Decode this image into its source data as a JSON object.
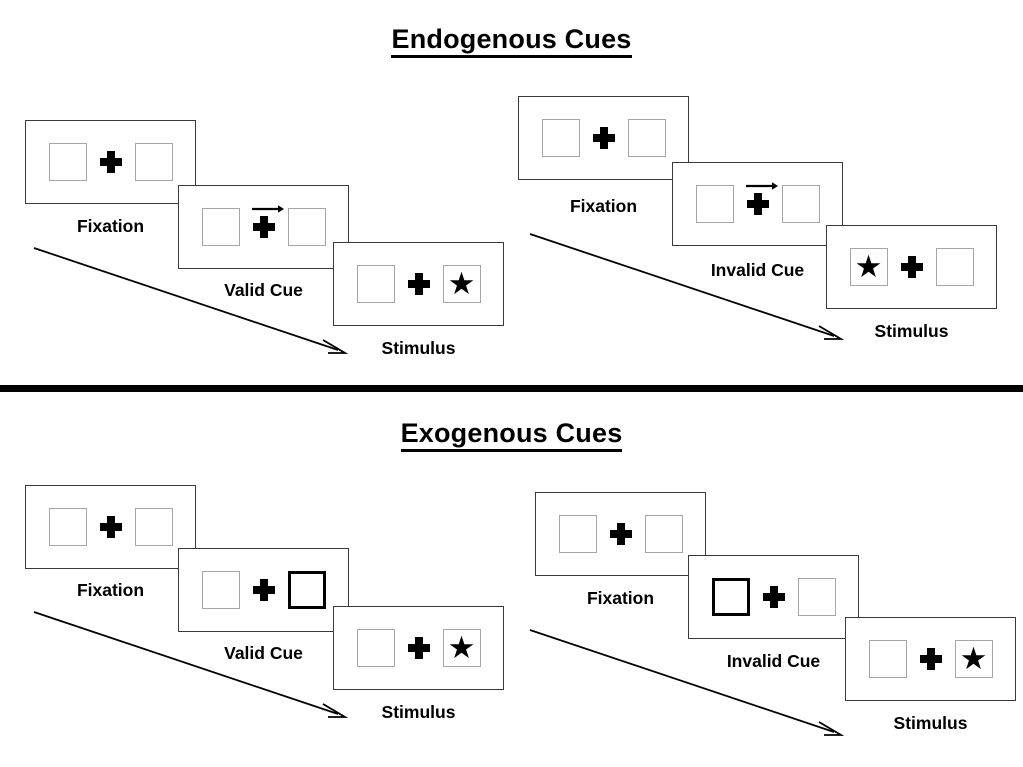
{
  "sections": [
    {
      "id": "endogenous",
      "title": "Endogenous Cues",
      "sequences": [
        {
          "id": "endogenous-valid",
          "frames": [
            {
              "label": "Fixation",
              "left_box": "empty",
              "right_box": "empty",
              "cue": "none"
            },
            {
              "label": "Valid Cue",
              "left_box": "empty",
              "right_box": "empty",
              "cue": "arrow-right"
            },
            {
              "label": "Stimulus",
              "left_box": "empty",
              "right_box": "star",
              "cue": "none"
            }
          ]
        },
        {
          "id": "endogenous-invalid",
          "frames": [
            {
              "label": "Fixation",
              "left_box": "empty",
              "right_box": "empty",
              "cue": "none"
            },
            {
              "label": "Invalid Cue",
              "left_box": "empty",
              "right_box": "empty",
              "cue": "arrow-right"
            },
            {
              "label": "Stimulus",
              "left_box": "star",
              "right_box": "empty",
              "cue": "none"
            }
          ]
        }
      ]
    },
    {
      "id": "exogenous",
      "title": "Exogenous Cues",
      "sequences": [
        {
          "id": "exogenous-valid",
          "frames": [
            {
              "label": "Fixation",
              "left_box": "empty",
              "right_box": "empty",
              "cue": "none"
            },
            {
              "label": "Valid Cue",
              "left_box": "empty",
              "right_box": "highlighted",
              "cue": "none"
            },
            {
              "label": "Stimulus",
              "left_box": "empty",
              "right_box": "star",
              "cue": "none"
            }
          ]
        },
        {
          "id": "exogenous-invalid",
          "frames": [
            {
              "label": "Fixation",
              "left_box": "empty",
              "right_box": "empty",
              "cue": "none"
            },
            {
              "label": "Invalid Cue",
              "left_box": "highlighted",
              "right_box": "empty",
              "cue": "none"
            },
            {
              "label": "Stimulus",
              "left_box": "empty",
              "right_box": "star",
              "cue": "none"
            }
          ]
        }
      ]
    }
  ],
  "glyphs": {
    "star": "★",
    "cross": "fixation-cross",
    "cue_arrow": "arrow-right-icon",
    "timeline_arrow": "time-arrow-icon"
  },
  "colors": {
    "ink": "#000000",
    "panel_border": "#3a3a3a",
    "box_border": "#a6a6a6",
    "box_border_cued": "#000000",
    "background": "#ffffff"
  }
}
